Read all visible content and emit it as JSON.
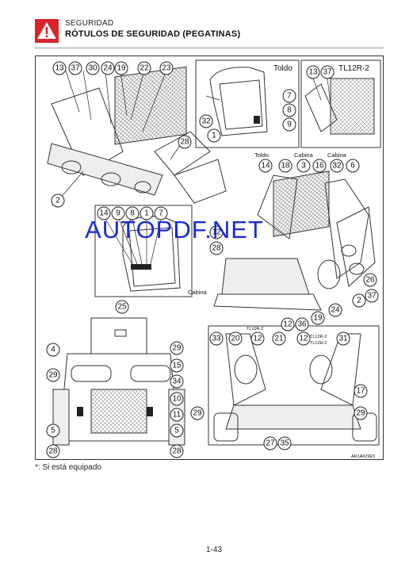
{
  "header": {
    "section": "SEGURIDAD",
    "title": "RÓTULOS DE SEGURIDAD (PEGATINAS)",
    "warning_color": "#d9252a"
  },
  "figure": {
    "labels": {
      "toldo_inset": "Toldo",
      "tl12r2_inset": "TL12R-2",
      "toldo": "Toldo",
      "cabina_1": "Cabina",
      "cabina_2": "Cabina",
      "cabina_inset": "Cabina",
      "tl10r2": "TL10R-2",
      "tl12r2": "TL12R-2",
      "tl12h2": "TL12H-2",
      "figure_code": "AR1A029E5"
    },
    "callouts": {
      "a13": "13",
      "a37": "37",
      "a30": "30",
      "a24": "24",
      "a19": "19",
      "a22": "22",
      "a23": "23",
      "a28": "28",
      "a2": "2",
      "t7": "7",
      "t8": "8",
      "t9": "9",
      "t32": "32",
      "t1": "1",
      "r13": "13",
      "r37": "37",
      "m14": "14",
      "m18": "18",
      "m3": "3",
      "m16": "16",
      "m32": "32",
      "m6": "6",
      "m12": "12",
      "m28": "28",
      "m26": "26",
      "m2": "2",
      "m37": "37",
      "m24": "24",
      "m19": "19",
      "m36": "36",
      "m12b": "12",
      "c14": "14",
      "c9": "9",
      "c8": "8",
      "c1": "1",
      "c7": "7",
      "f25": "25",
      "f4": "4",
      "f29": "29",
      "f29b": "29",
      "f15": "15",
      "f34": "34",
      "f10": "10",
      "f11": "11",
      "f5": "5",
      "f5b": "5",
      "f28": "28",
      "f28b": "28",
      "b33": "33",
      "b20": "20",
      "b12": "12",
      "b21": "21",
      "b12b": "12",
      "b31": "31",
      "b17": "17",
      "b29": "29",
      "b29b": "29",
      "b27": "27",
      "b35": "35"
    }
  },
  "watermark": "AUTOPDF.NET",
  "footnote": "*: Si está equipado",
  "page_number": "1-43"
}
